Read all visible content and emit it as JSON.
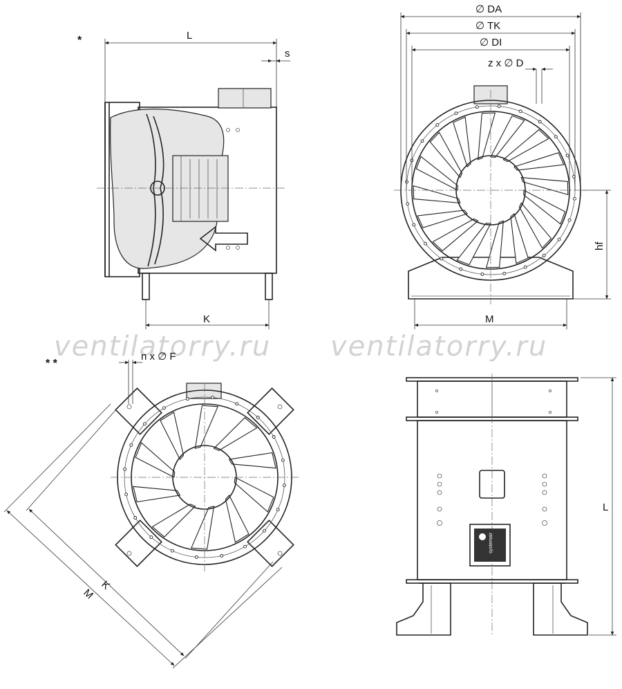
{
  "views": {
    "side": {
      "marker": "*",
      "dims": {
        "length": "L",
        "flange": "s",
        "feet": "K"
      }
    },
    "front": {
      "dims": {
        "outer": "∅ DA",
        "bolt_circle": "∅ TK",
        "inner": "∅ DI",
        "holes": "z x ∅ D",
        "shaft_height": "hf",
        "base": "M"
      }
    },
    "mount": {
      "marker": "* *",
      "dims": {
        "holes": "n x ∅ F",
        "inner_span": "K",
        "outer_span": "M"
      }
    },
    "vertical": {
      "dims": {
        "length": "L"
      },
      "nameplate_brand": "systemair"
    }
  },
  "watermarks": [
    "ventilatorry.ru",
    "ventilatorry.ru"
  ]
}
